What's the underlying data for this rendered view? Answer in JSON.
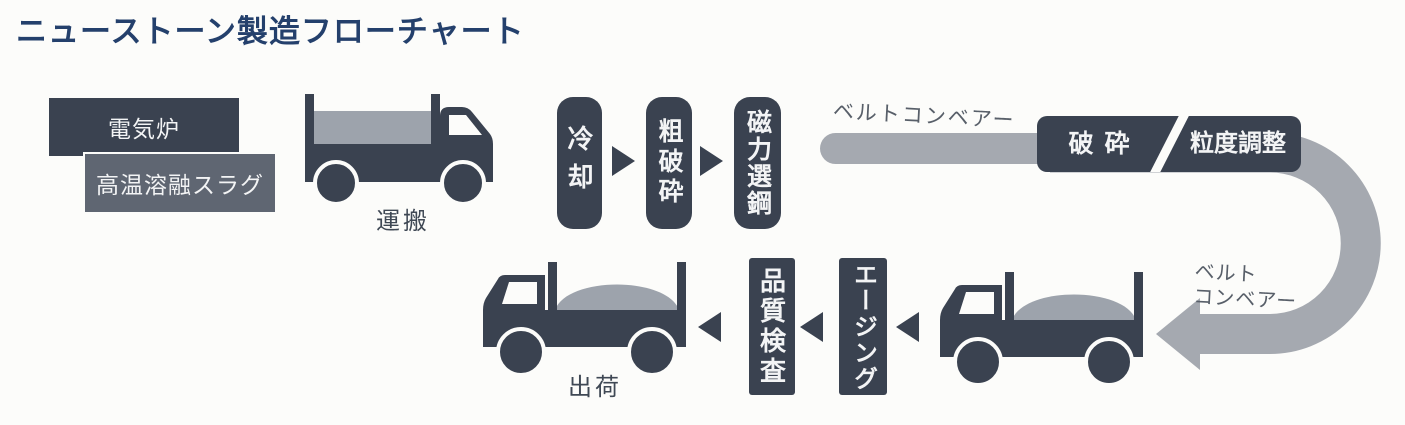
{
  "title": "ニューストーン製造フローチャート",
  "inputs": {
    "furnace": "電気炉",
    "slag": "高温溶融スラグ"
  },
  "stages": {
    "transport": "運搬",
    "cooling": "冷却",
    "coarse_crushing": "粗破砕",
    "magnetic_separation": "磁力選鋼",
    "crushing": "破 砕",
    "particle_sizing": "粒度調整",
    "aging": "エージング",
    "quality_inspection": "品質検査",
    "shipping": "出荷"
  },
  "conveyor": {
    "label_top": "ベルトコンベアー",
    "label_bottom_line1": "ベルト",
    "label_bottom_line2": "コンベアー"
  },
  "icons": {
    "trucks": [
      "truck-transport-icon",
      "truck-receiving-icon",
      "truck-shipping-icon"
    ],
    "flow_arrows": [
      "flow-arrow-right-icon",
      "flow-arrow-left-icon"
    ],
    "conveyor": "belt-conveyor-arrow-icon"
  },
  "colors": {
    "dark_navy": "#3a4250",
    "slate_gray": "#5f6672",
    "conveyor_gray": "#a5a9b0",
    "load_gray": "#9da3ac",
    "title_blue": "#24406c",
    "background": "#fcfcfa"
  }
}
